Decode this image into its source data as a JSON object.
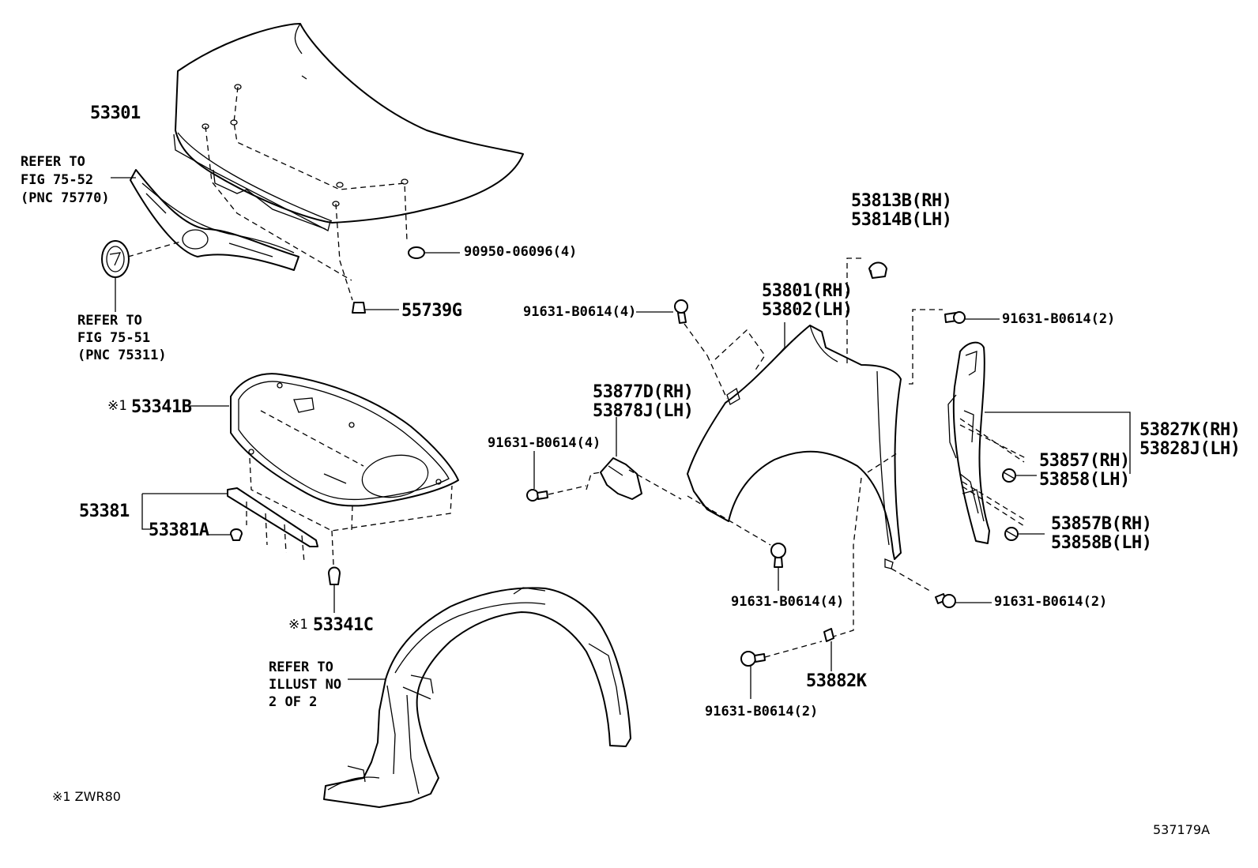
{
  "labels": {
    "hood": "53301",
    "refer_75_52": "REFER TO\nFIG 75-52\n(PNC 75770)",
    "refer_75_51": "REFER TO\nFIG 75-51\n(PNC 75311)",
    "hood_cushion": "90950-06096(4)",
    "hood_clip": "55739G",
    "bolt_upper_left": "91631-B0614(4)",
    "fender_rh_lh": "53801(RH)\n53802(LH)",
    "clip_53813": "53813B(RH)\n53814B(LH)",
    "bolt_upper_right": "91631-B0614(2)",
    "insulator_mark": "※1",
    "insulator": "53341B",
    "seal_group": "53381",
    "seal_clip": "53381A",
    "insulator_clip_mark": "※1",
    "insulator_clip": "53341C",
    "bracket_rh_lh": "53877D(RH)\n53878J(LH)",
    "bolt_bracket": "91631-B0614(4)",
    "liner_refer": "REFER TO\nILLUST NO\n2 OF 2",
    "bolt_fender_bottom": "91631-B0614(4)",
    "bolt_lower_right": "91631-B0614(2)",
    "nut_53882": "53882K",
    "bolt_bottom": "91631-B0614(2)",
    "seal_rh_lh": "53827K(RH)\n53828J(LH)",
    "clip_53857": "53857(RH)\n53858(LH)",
    "clip_53857b": "53857B(RH)\n53858B(LH)"
  },
  "footnote": "※1 ZWR80",
  "illustration_id": "537179A"
}
